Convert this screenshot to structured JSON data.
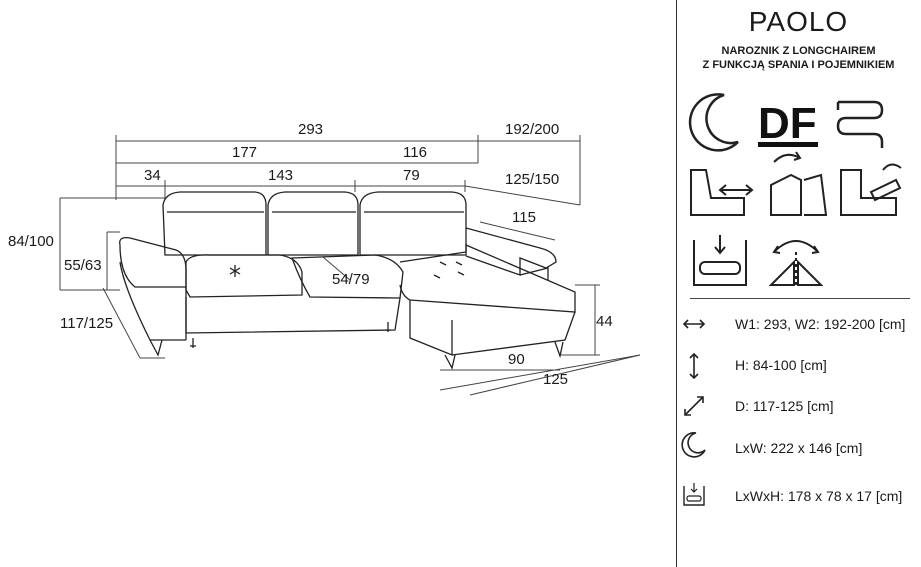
{
  "product": {
    "name": "PAOLO",
    "subtitle_line1": "NAROZNIK Z LONGCHAIREM",
    "subtitle_line2": "Z FUNKCJĄ SPANIA I POJEMNIKIEM"
  },
  "feature_icons": {
    "moon": "moon-icon",
    "df_label": "DF",
    "spring": "spring-icon",
    "seat_slide": "seat-slide-icon",
    "headrest_tilt": "headrest-tilt-icon",
    "armrest_adjust": "armrest-adjust-icon",
    "storage": "storage-icon",
    "corner_switch": "corner-switch-icon"
  },
  "dimensions": {
    "total_width": "293",
    "chaise_width": "192/200",
    "left_section": "177",
    "right_section": "116",
    "arm_width": "34",
    "seat_left": "143",
    "seat_mid": "79",
    "chaise_depth_top": "125/150",
    "headrest_width": "115",
    "height": "84/100",
    "seat_height": "55/63",
    "depth": "117/125",
    "inner_seat_depth": "54/79",
    "chaise_height": "44",
    "chaise_inner": "90",
    "chaise_length": "125"
  },
  "specs": [
    {
      "icon": "horizontal-arrow-icon",
      "text": "W1: 293, W2: 192-200 [cm]"
    },
    {
      "icon": "vertical-arrow-icon",
      "text": "H: 84-100 [cm]"
    },
    {
      "icon": "diagonal-arrow-icon",
      "text": "D: 117-125 [cm]"
    },
    {
      "icon": "moon-icon",
      "text": "LxW: 222 x 146 [cm]"
    },
    {
      "icon": "storage-icon",
      "text": "LxWxH: 178 x 78 x 17 [cm]"
    }
  ]
}
